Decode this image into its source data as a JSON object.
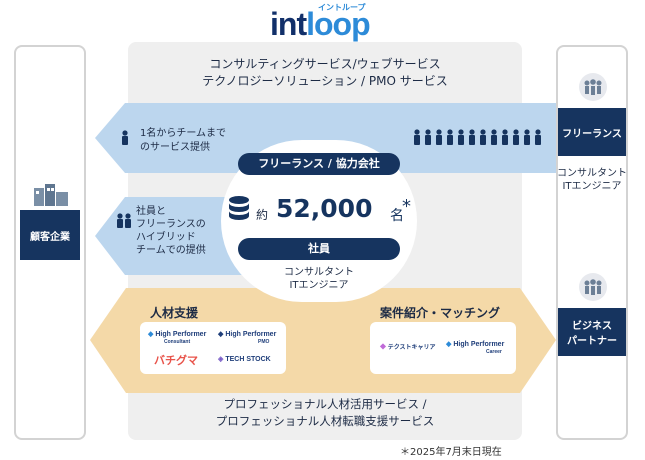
{
  "logo": {
    "text_a": "int",
    "text_b": "loop",
    "katakana": "イントループ"
  },
  "header": {
    "line1": "コンサルティングサービス/ウェブサービス",
    "line2": "テクノロジーソリューション / PMO サービス"
  },
  "left_party": {
    "label": "顧客企業"
  },
  "right_parties": [
    {
      "label": "フリーランス",
      "sub1": "コンサルタント",
      "sub2": "ITエンジニア"
    },
    {
      "label_line1": "ビジネス",
      "label_line2": "パートナー"
    }
  ],
  "top_arrow": {
    "line1": "1名からチームまで",
    "line2": "のサービス提供"
  },
  "mid_arrow": {
    "line1": "社員と",
    "line2": "フリーランスの",
    "line3": "ハイブリッド",
    "line4": "チームでの提供"
  },
  "center": {
    "pill_top": "フリーランス / 協力会社",
    "count_prefix": "約",
    "count": "52,000",
    "count_unit": "名",
    "count_mark": "*",
    "pill_bottom": "社員",
    "sub1": "コンサルタント",
    "sub2": "ITエンジニア"
  },
  "bottom_arrow": {
    "left_title": "人材支援",
    "right_title": "案件紹介・マッチング",
    "brands_left": [
      "High Performer",
      "Consultant",
      "High Performer",
      "PMO",
      "バチグマ",
      "TECH STOCK"
    ],
    "brands_right": [
      "テクストキャリア",
      "High Performer",
      "Career"
    ]
  },
  "footer": {
    "line1": "プロフェッショナル人材活用サービス /",
    "line2": "プロフェッショナル人材転職支援サービス"
  },
  "note": "＊2025年7月末日現在",
  "colors": {
    "navy": "#16345f",
    "light_blue": "#bcd6ee",
    "beige": "#f4d9a8",
    "accent": "#2d8bd8"
  }
}
